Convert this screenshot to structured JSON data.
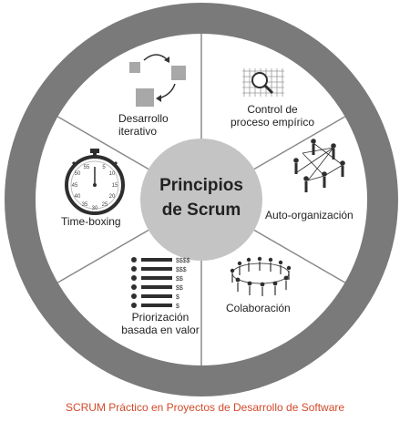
{
  "center": {
    "line1": "Principios",
    "line2": "de Scrum"
  },
  "segments": [
    {
      "id": "iterativo",
      "lines": [
        "Desarrollo",
        "iterativo"
      ],
      "icon": "iterative-cycle-icon"
    },
    {
      "id": "control",
      "lines": [
        "Control de",
        "proceso empírico"
      ],
      "icon": "grid-magnifier-icon"
    },
    {
      "id": "autoorg",
      "lines": [
        "Auto-organización"
      ],
      "icon": "network-people-icon"
    },
    {
      "id": "colaboracion",
      "lines": [
        "Colaboración"
      ],
      "icon": "people-circle-icon"
    },
    {
      "id": "priorizacion",
      "lines": [
        "Priorización",
        "basada en valor"
      ],
      "icon": "priority-list-icon"
    },
    {
      "id": "timeboxing",
      "lines": [
        "Time-boxing"
      ],
      "icon": "stopwatch-icon"
    }
  ],
  "priority_list": {
    "values": [
      "$$$$",
      "$$$",
      "$$",
      "$$",
      "$",
      "$"
    ]
  },
  "stopwatch": {
    "numbers": [
      "55",
      "5",
      "50",
      "10",
      "45",
      "15",
      "40",
      "20",
      "35",
      "25",
      "30"
    ]
  },
  "caption": "SCRUM Práctico en Proyectos de Desarrollo de Software",
  "colors": {
    "ring": "#7a7a7a",
    "wedge_fill": "#ffffff",
    "divider": "#8a8a8a",
    "center_fill": "#c4c4c4",
    "text": "#222222",
    "icon_dark": "#2e2e2e",
    "icon_gray": "#9a9a9a",
    "caption": "#d24a2a"
  }
}
